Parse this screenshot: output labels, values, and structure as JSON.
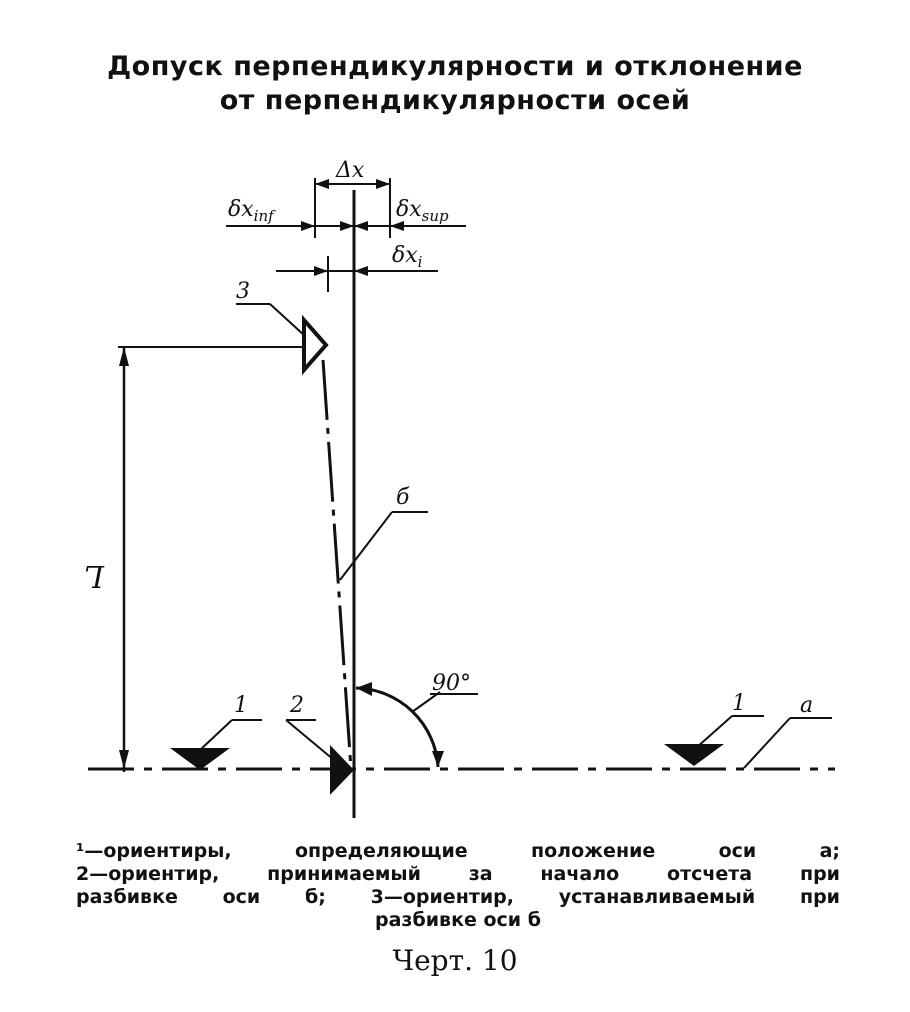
{
  "title": {
    "line1": "Допуск перпендикулярности и отклонение",
    "line2": "от перпендикулярности осей"
  },
  "labels": {
    "delta_x": "Δx",
    "dx_inf": "δx",
    "dx_inf_sub": "inf",
    "dx_sup": "δx",
    "dx_sup_sub": "sup",
    "dx_i": "δx",
    "dx_i_sub": "i",
    "mark_3": "3",
    "mark_1_left": "1",
    "mark_2": "2",
    "mark_1_right": "1",
    "axis_a": "а",
    "axis_b": "б",
    "length_L": "L",
    "angle": "90°"
  },
  "caption": {
    "row1": [
      "¹—ориентиры,",
      "определяющие",
      "положение",
      "оси",
      "а;"
    ],
    "row2": [
      "2—ориентир,",
      "принимаемый",
      "за",
      "начало",
      "отсчета",
      "при"
    ],
    "row3": [
      "разбивке",
      "оси",
      "б;",
      "3—ориентир,",
      "устанавливаемый",
      "при"
    ],
    "row4": "разбивке оси б"
  },
  "figure_ref": "Черт. 10"
}
